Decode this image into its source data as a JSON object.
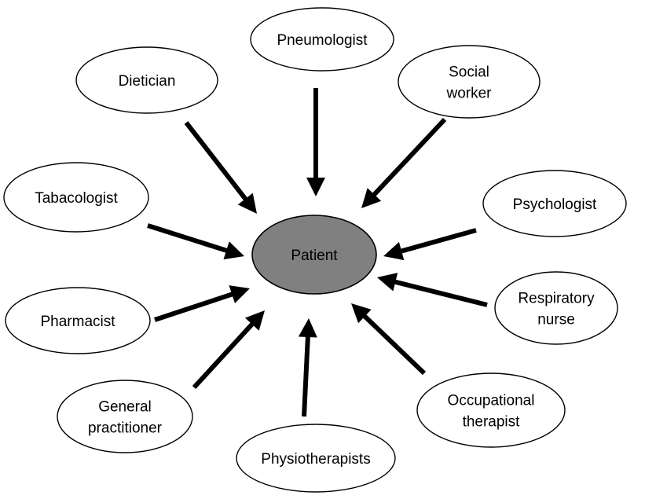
{
  "center": {
    "label": "Patient"
  },
  "nodes": [
    {
      "id": "pneumologist",
      "lines": [
        "Pneumologist"
      ]
    },
    {
      "id": "social-worker",
      "lines": [
        "Social",
        "worker"
      ]
    },
    {
      "id": "psychologist",
      "lines": [
        "Psychologist"
      ]
    },
    {
      "id": "respiratory-nurse",
      "lines": [
        "Respiratory",
        "nurse"
      ]
    },
    {
      "id": "occupational-therapist",
      "lines": [
        "Occupational",
        "therapist"
      ]
    },
    {
      "id": "physiotherapists",
      "lines": [
        "Physiotherapists"
      ]
    },
    {
      "id": "general-practitioner",
      "lines": [
        "General",
        "practitioner"
      ]
    },
    {
      "id": "pharmacist",
      "lines": [
        "Pharmacist"
      ]
    },
    {
      "id": "tabacologist",
      "lines": [
        "Tabacologist"
      ]
    },
    {
      "id": "dietician",
      "lines": [
        "Dietician"
      ]
    }
  ],
  "colors": {
    "center_fill": "#808080",
    "node_fill": "#ffffff",
    "stroke": "#000000"
  }
}
